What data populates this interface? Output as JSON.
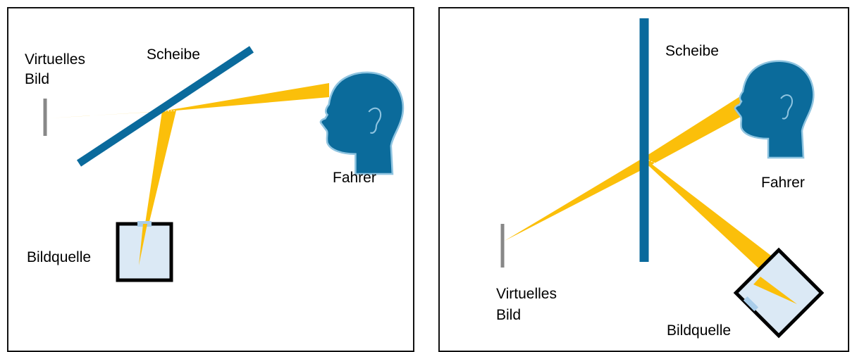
{
  "colors": {
    "windshield": "#0a6a9c",
    "beam": "#fbbf0a",
    "head": "#0b6b9b",
    "head_outline": "#8fc4e0",
    "virtual_image": "#888888",
    "source_fill": "#dbe9f5",
    "source_frame": "#000000",
    "source_opening": "#a9cdea",
    "border": "#111111"
  },
  "left": {
    "virtual_image": {
      "line1": "Virtuelles",
      "line2": "Bild"
    },
    "windshield_label": "Scheibe",
    "driver_label": "Fahrer",
    "source_label": "Bildquelle"
  },
  "right": {
    "virtual_image": {
      "line1": "Virtuelles",
      "line2": "Bild"
    },
    "windshield_label": "Scheibe",
    "driver_label": "Fahrer",
    "source_label": "Bildquelle"
  }
}
